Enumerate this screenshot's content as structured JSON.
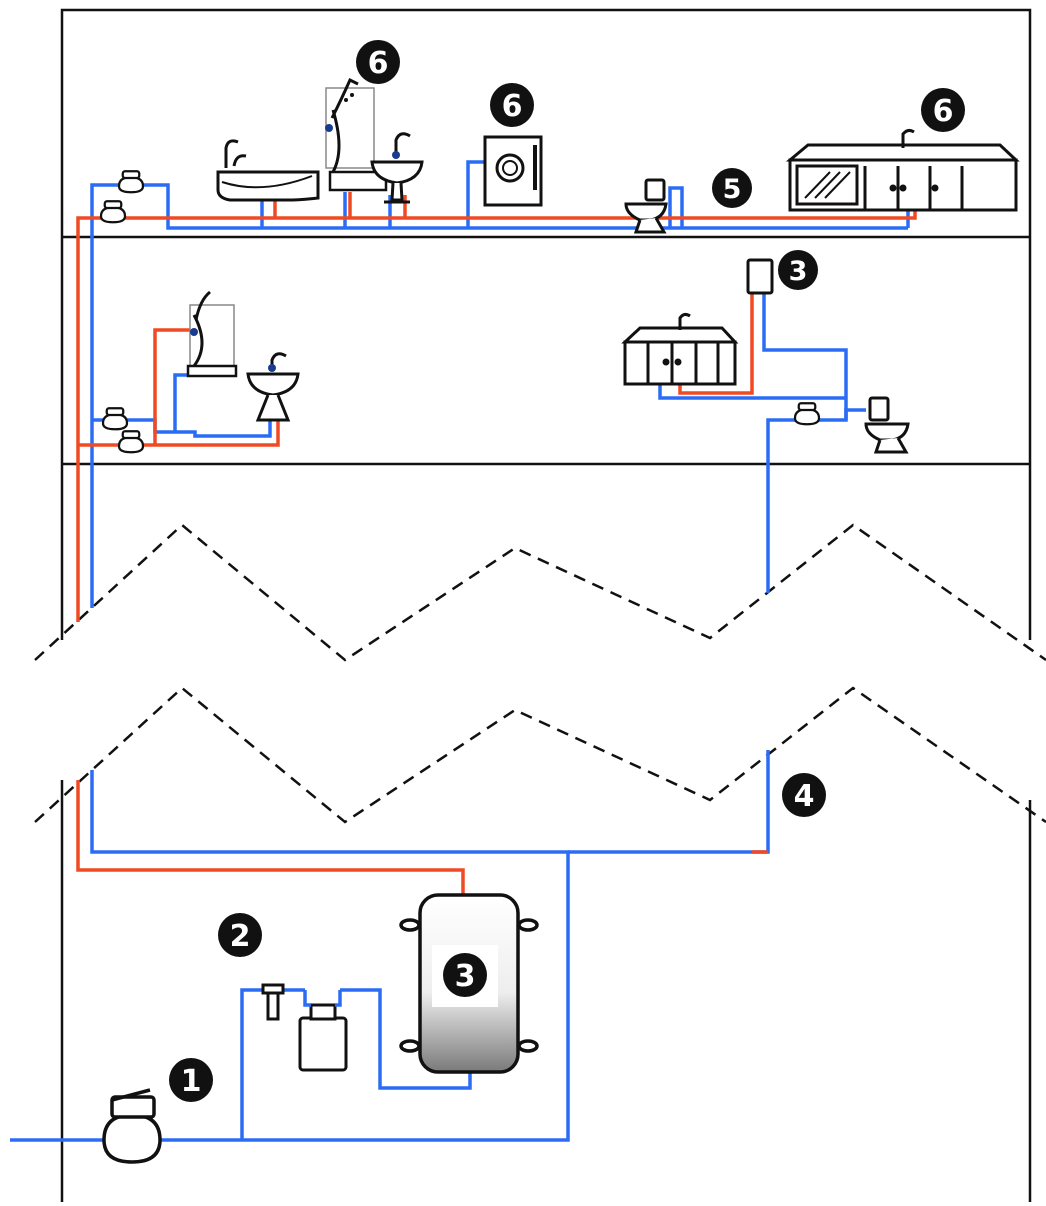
{
  "colors": {
    "cold_water": "#2a6df4",
    "hot_water": "#f04a24",
    "outline": "#111111",
    "background": "#ffffff"
  },
  "callouts": {
    "water_meter": "1",
    "filter_softener": "2",
    "water_heater": "3",
    "instant_heater": "3",
    "riser": "4",
    "distribution": "5",
    "washer": "6",
    "shower": "6",
    "kitchen": "6"
  },
  "icons": [
    "water-meter-icon",
    "filter-icon",
    "storage-tank-icon",
    "instant-heater-icon",
    "bathtub-icon",
    "shower-icon",
    "washbasin-icon",
    "washing-machine-icon",
    "toilet-icon",
    "kitchen-cabinet-icon",
    "valve-icon"
  ]
}
